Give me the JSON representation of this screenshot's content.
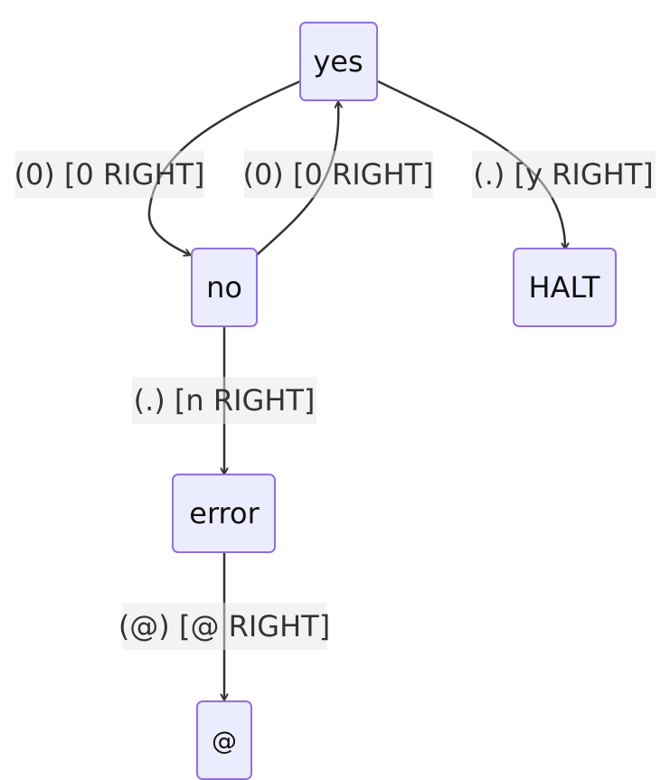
{
  "diagram": {
    "type": "flowchart",
    "nodes": {
      "yes": "yes",
      "no": "no",
      "halt": "HALT",
      "error": "error",
      "at": "@"
    },
    "edges": {
      "yes_to_no": "(0) [0 RIGHT]",
      "no_to_yes": "(0) [0 RIGHT]",
      "yes_to_halt": "(.) [y RIGHT]",
      "no_to_error": "(.) [n RIGHT]",
      "error_to_at": "(@) [@ RIGHT]"
    }
  },
  "colors": {
    "node_fill": "#ECECFF",
    "node_stroke": "#9370DB",
    "edge_stroke": "#333333",
    "label_background": "#E8E8E8"
  }
}
